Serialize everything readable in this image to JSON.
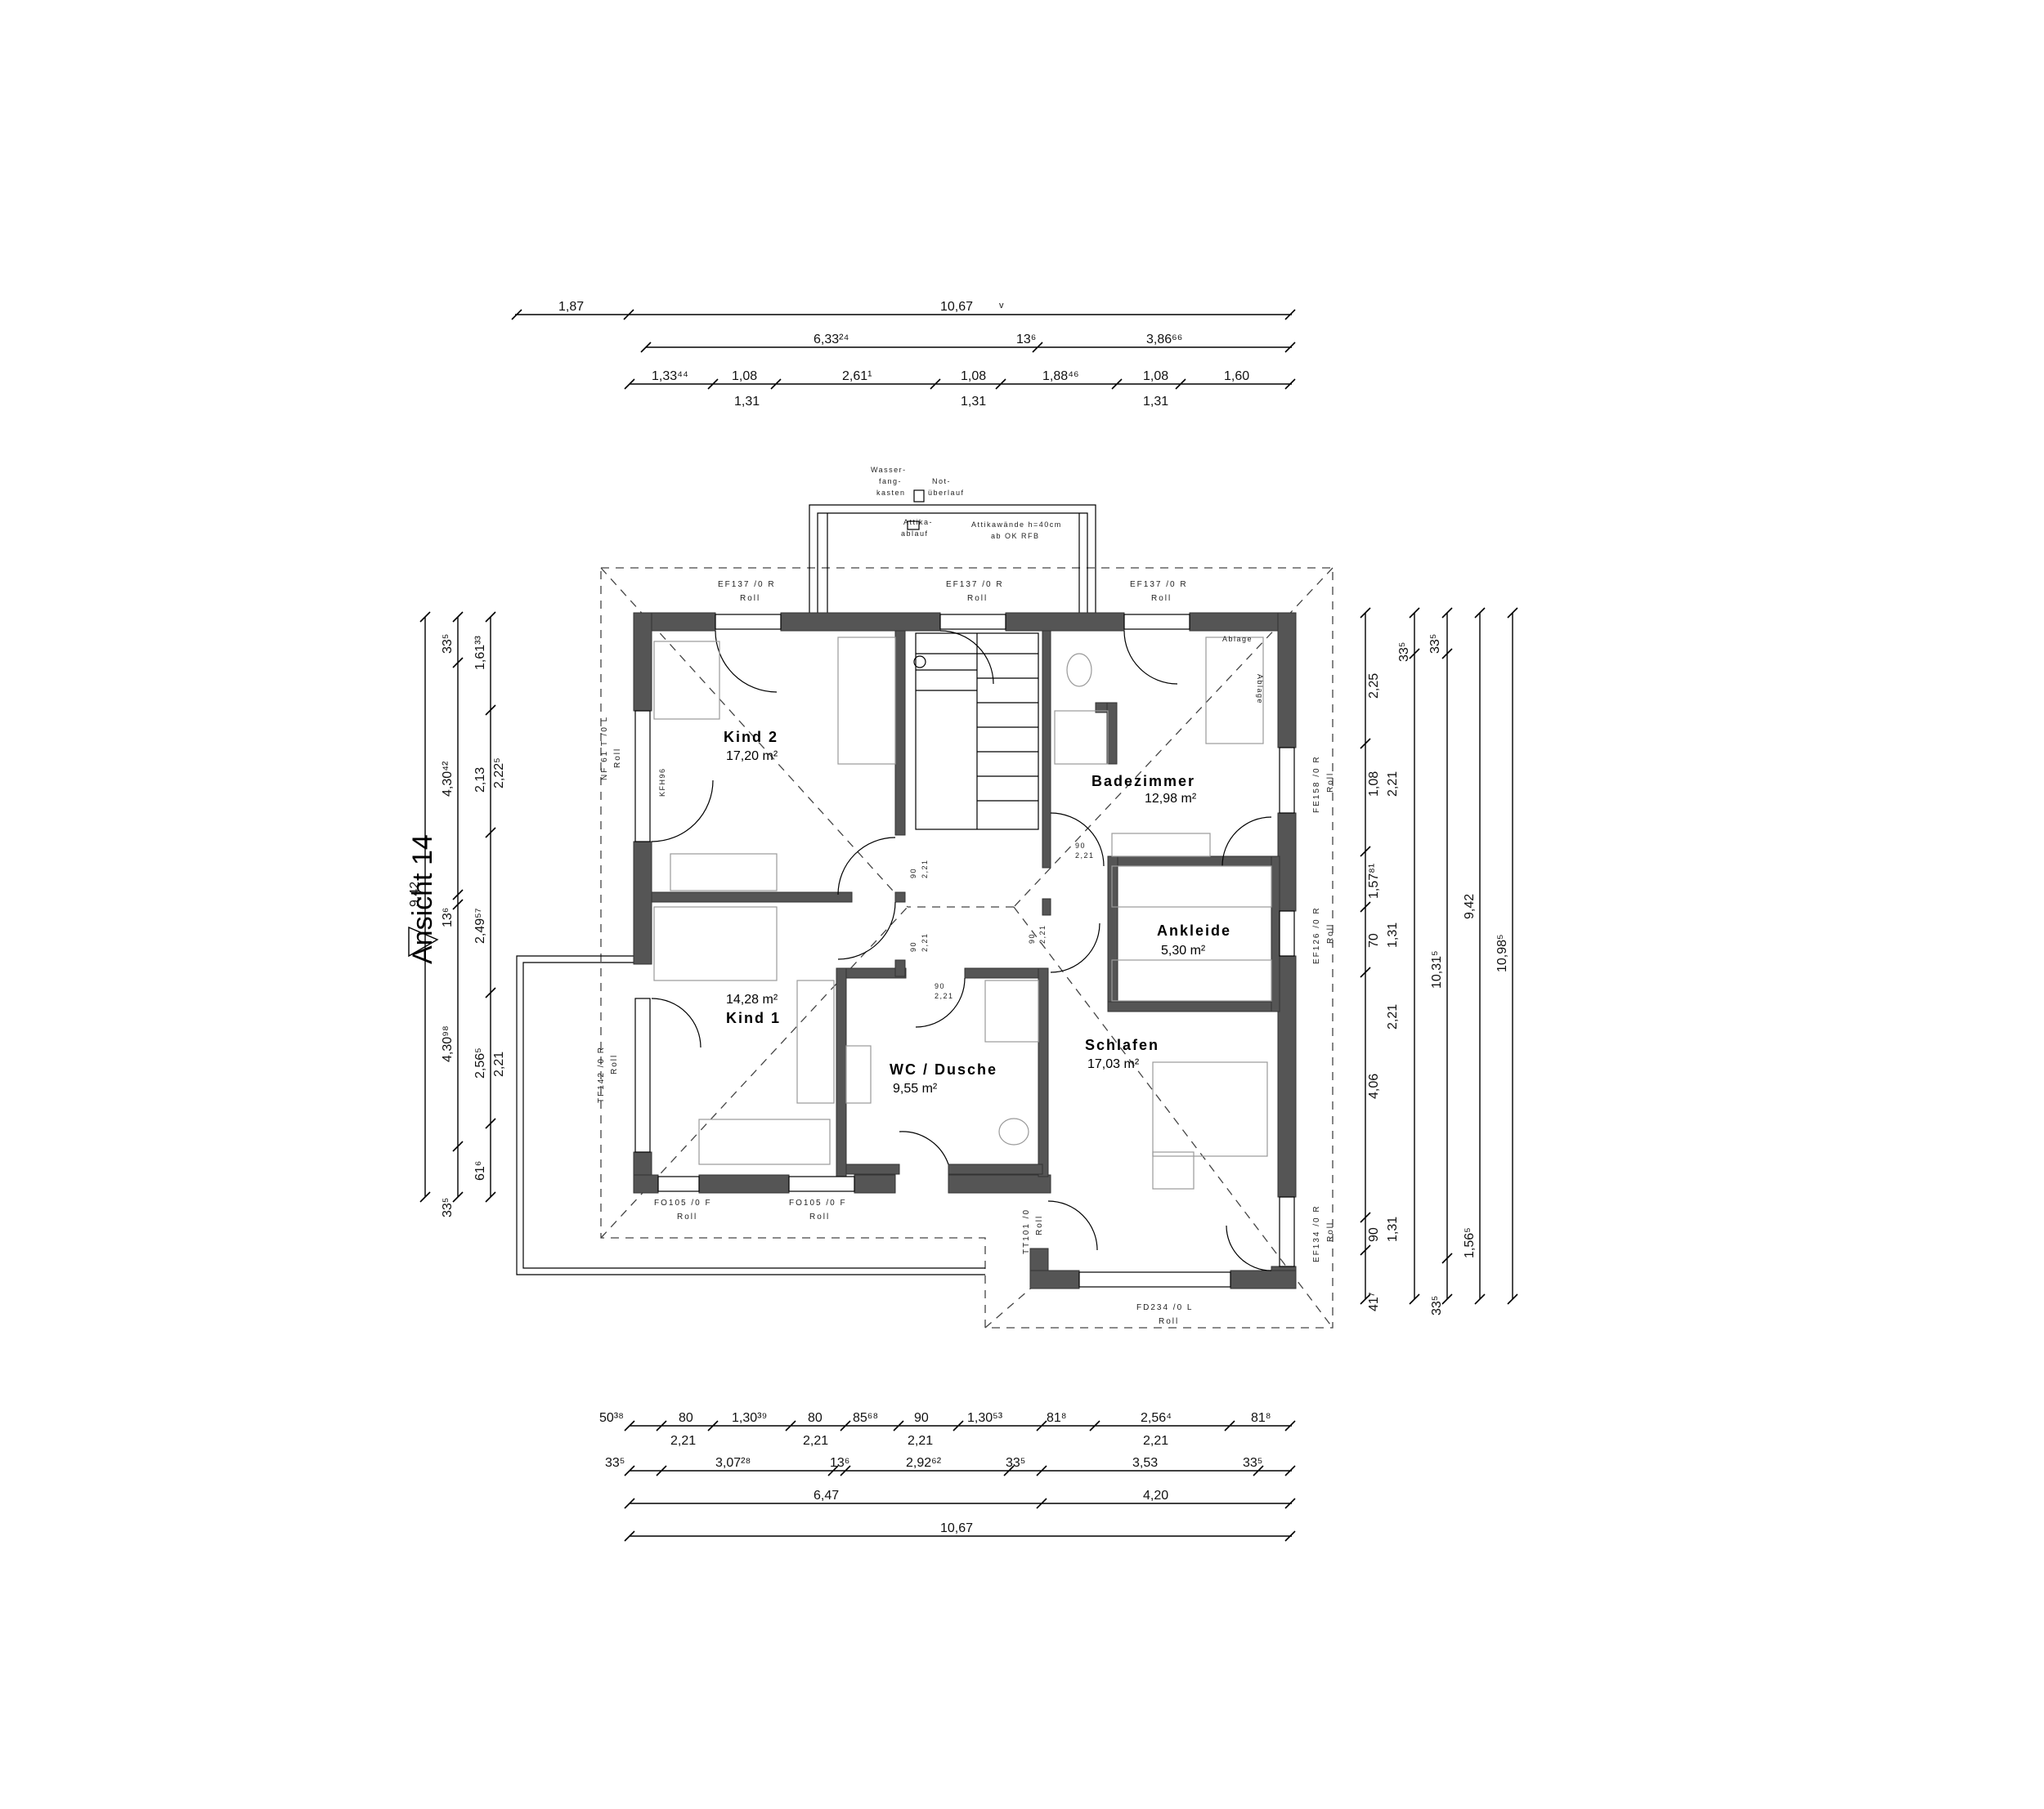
{
  "dims_top": {
    "row1": [
      "1,87",
      "10,67"
    ],
    "row2": [
      "6,33²⁴",
      "13⁶",
      "3,86⁶⁶"
    ],
    "row3": [
      "1,33⁴⁴",
      "1,08",
      "2,61¹",
      "1,08",
      "1,88⁴⁶",
      "1,08",
      "1,60"
    ],
    "row3_sub": [
      "1,31",
      "1,31",
      "1,31"
    ]
  },
  "dims_bottom": {
    "row1": [
      "50³⁸",
      "80",
      "1,30³⁹",
      "80",
      "85⁶⁸",
      "90",
      "1,30⁵³",
      "81⁸",
      "2,56⁴",
      "81⁸"
    ],
    "row1_sub": [
      "2,21",
      "2,21",
      "2,21",
      "2,21"
    ],
    "row2": [
      "33⁵",
      "3,07²⁸",
      "13⁶",
      "2,92⁶²",
      "33⁵",
      "3,53",
      "33⁵"
    ],
    "row3": [
      "6,47",
      "4,20"
    ],
    "row4": [
      "10,67"
    ]
  },
  "dims_left": {
    "col1": [
      "33⁵",
      "4,30⁴²",
      "13⁶",
      "4,30⁹⁸",
      "33⁵"
    ],
    "col2": [
      "1,61³³",
      "2,13",
      "2,22⁵",
      "2,49⁵⁷",
      "2,56⁵",
      "2,21",
      "61⁶",
      "9,42"
    ],
    "col3": []
  },
  "dims_right": {
    "col1": [
      "2,25",
      "1,08",
      "2,21",
      "1,57⁸¹",
      "70",
      "1,31",
      "2,21",
      "4,06",
      "90",
      "1,31",
      "41⁷"
    ],
    "col2": [
      "33⁵",
      "10,31⁵",
      "1,56⁵",
      "33⁵"
    ],
    "col3": [
      "9,42"
    ],
    "col4": [
      "10,98⁵"
    ]
  },
  "rooms": [
    {
      "name": "Kind 2",
      "area": "17,20 m²"
    },
    {
      "name": "Badezimmer",
      "area": "12,98 m²"
    },
    {
      "name": "Ankleide",
      "area": "5,30 m²"
    },
    {
      "name": "Kind 1",
      "area": "14,28 m²"
    },
    {
      "name": "WC / Dusche",
      "area": "9,55 m²"
    },
    {
      "name": "Schlafen",
      "area": "17,03 m²"
    }
  ],
  "windows": {
    "top1": [
      "EF137 /0 R",
      "Roll"
    ],
    "top2": [
      "EF137 /0 R",
      "Roll"
    ],
    "top3": [
      "EF137 /0 R",
      "Roll"
    ],
    "left_top": [
      "NF 61 T /0 L",
      "Roll"
    ],
    "left_bottom": [
      "TF142 /0 R",
      "Roll"
    ],
    "bottom1": [
      "FO105 /0 F",
      "Roll"
    ],
    "bottom2": [
      "FO105 /0 F",
      "Roll"
    ],
    "right_bath": [
      "FE158 /0 R",
      "Roll"
    ],
    "right_ankleide": [
      "EF126 /0 R",
      "Roll"
    ],
    "right_schlafen": [
      "EF134 /0 R",
      "Roll"
    ],
    "door_schlafen": [
      "TT101 /0",
      "Roll"
    ],
    "bottom_schlafen": [
      "FD234 /0 L",
      "Roll"
    ]
  },
  "door_labels": [
    "90",
    "2,21"
  ],
  "notes": {
    "wasserfang": [
      "Wasser-",
      "fang-",
      "kasten"
    ],
    "notueberlauf": [
      "Not-",
      "überlauf"
    ],
    "attikaablauf": [
      "Attika-",
      "ablauf"
    ],
    "attikawaende": [
      "Attikawände h=40cm",
      "ab OK RFB"
    ],
    "ablage_bath": "Ablage",
    "ablage_side": "Ablage",
    "kfh": "KFH96"
  },
  "view_label": "Ansicht 14"
}
